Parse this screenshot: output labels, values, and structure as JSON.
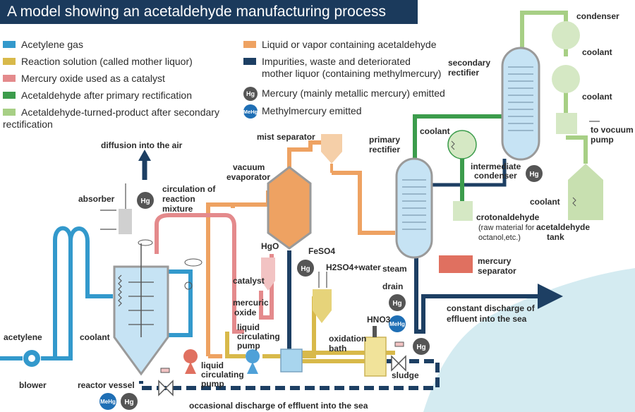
{
  "title": "A model showing an acetaldehyde manufacturing process",
  "legend": {
    "acetylene_gas": {
      "label": "Acetylene gas",
      "color": "#3399cc"
    },
    "reaction_solution": {
      "label": "Reaction solution (called mother liquor)",
      "color": "#d8b94a"
    },
    "mercury_oxide": {
      "label": "Mercury oxide used as a catalyst",
      "color": "#e48a8c"
    },
    "primary_rectification": {
      "label": "Acetaldehyde after primary rectification",
      "color": "#3c9c4c"
    },
    "secondary_rectification": {
      "label": "Acetaldehyde-turned-product after secondary",
      "label2": "rectification",
      "color": "#a7cf85"
    },
    "liquid_vapor": {
      "label": "Liquid or vapor containing acetaldehyde",
      "color": "#eea262"
    },
    "impurities": {
      "label": "Impurities, waste and deteriorated",
      "label2": "mother liquor (containing methylmercury)",
      "color": "#1d3f63"
    },
    "mercury_emitted": {
      "badge": "Hg",
      "label": "Mercury (mainly metallic mercury) emitted"
    },
    "methylmercury_emitted": {
      "badge": "MeHg",
      "label": "Methylmercury emitted"
    }
  },
  "labels": {
    "condenser": "condenser",
    "coolant_1": "coolant",
    "coolant_2": "coolant",
    "secondary_rectifier_1": "secondary",
    "secondary_rectifier_2": "rectifier",
    "coolant_3": "coolant",
    "to_vacuum_pump_1": "to vocuum",
    "to_vacuum_pump_2": "pump",
    "primary_rectifier_1": "primary",
    "primary_rectifier_2": "rectifier",
    "mist_separator": "mist separator",
    "intermediate_condenser_1": "intermediate",
    "intermediate_condenser_2": "condenser",
    "coolant_4": "coolant",
    "acetaldehyde_tank_1": "acetaldehyde",
    "acetaldehyde_tank_2": "tank",
    "diffusion": "diffusion into the air",
    "vacuum_evaporator_1": "vacuum",
    "vacuum_evaporator_2": "evaporator",
    "circulation_1": "circulation of",
    "circulation_2": "reaction",
    "circulation_3": "mixture",
    "absorber": "absorber",
    "crotonaldehyde_1": "crotonaldehyde",
    "crotonaldehyde_2": "(raw material for",
    "crotonaldehyde_3": "octanol,etc.)",
    "hgo": "HgO",
    "feso4": "FeSO4",
    "h2so4": "H2SO4+water",
    "mercury_separator_1": "mercury",
    "mercury_separator_2": "separator",
    "steam": "steam",
    "catalyst": "catalyst",
    "drain": "drain",
    "mercuric_1": "mercuric",
    "mercuric_2": "oxide",
    "constant_discharge_1": "constant discharge of",
    "constant_discharge_2": "effluent into the sea",
    "hno3": "HNO3",
    "liquid_pump_mid_1": "liquid",
    "liquid_pump_mid_2": "circulating",
    "liquid_pump_mid_3": "pump",
    "oxidation_bath_1": "oxidation",
    "oxidation_bath_2": "bath",
    "acetylene": "acetylene",
    "coolant_reactor": "coolant",
    "blower": "blower",
    "liquid_pump_left_1": "liquid",
    "liquid_pump_left_2": "circulating",
    "liquid_pump_left_3": "pump",
    "reactor_vessel": "reactor vessel",
    "sludge": "sludge",
    "occasional_discharge": "occasional discharge of effluent into the sea"
  },
  "badges": {
    "hg": "Hg",
    "mehg": "MeHg"
  }
}
